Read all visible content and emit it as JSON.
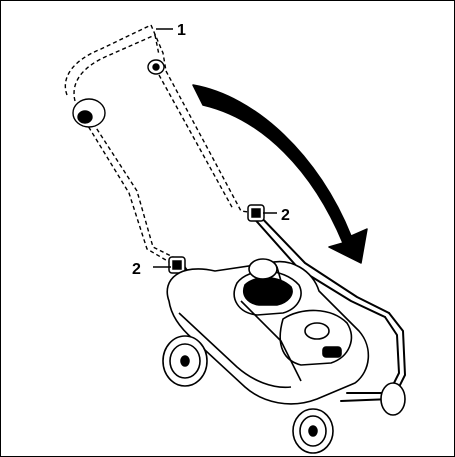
{
  "figure": {
    "callout_1": "1",
    "callout_2_right": "2",
    "callout_2_left": "2"
  },
  "icons": {
    "rotation_arrow": "curved-arrow-icon",
    "handle_folded_position": "handle-dashed-outline-icon",
    "lawn_mower": "lawn-mower-icon"
  },
  "colors": {
    "line": "#000000",
    "background": "#ffffff"
  }
}
